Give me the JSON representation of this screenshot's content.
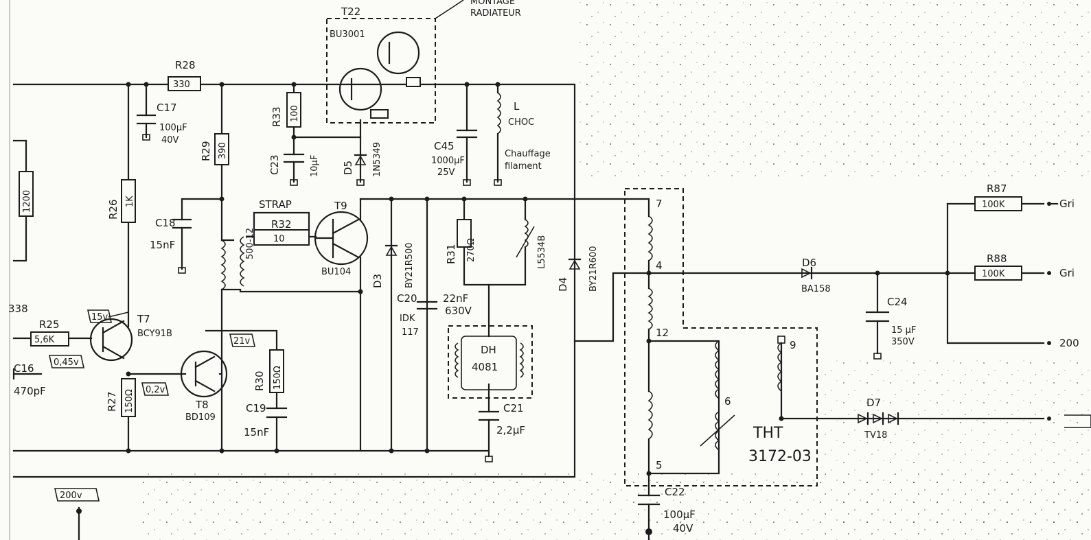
{
  "labels": {
    "t22": "T22",
    "t22_type": "BU3001",
    "heatsink_1": "MONTAGE",
    "heatsink_2": "RADIATEUR",
    "r28": "R28",
    "r28_val": "330",
    "r33": "R33",
    "r33_val": "100",
    "c17": "C17",
    "c17_val": "100µF",
    "c17_v": "40V",
    "r29": "R29",
    "r29_val": "390",
    "c23": "C23",
    "c23_val": "10µF",
    "d5": "D5",
    "d5_type": "1N5349",
    "c45": "C45",
    "c45_val": "1000µF",
    "c45_v": "25V",
    "l_choc_1": "L",
    "l_choc_2": "CHOC",
    "fil_1": "Chauffage",
    "fil_2": "filament",
    "r26": "R26",
    "r26_val": "1K",
    "c18": "C18",
    "c18_val": "15nF",
    "strap": "STRAP",
    "r32": "R32",
    "r32_val": "10",
    "drv_tr": "500-12",
    "t9": "T9",
    "t9_type": "BU104",
    "d3": "D3",
    "d3_type": "BY21R500",
    "r31": "R31",
    "r31_val": "270Ω",
    "l_lin": "L5534B",
    "c20": "C20",
    "c20_val": "22nF",
    "c20_v": "630V",
    "c20_t1": "IDK",
    "c20_t2": "117",
    "dh_1": "DH",
    "dh_2": "4081",
    "c21": "C21",
    "c21_val": "2,2µF",
    "d4": "D4",
    "d4_type": "BY21R600",
    "pin7": "7",
    "pin4": "4",
    "pin12": "12",
    "pin9": "9",
    "pin6": "6",
    "pin5": "5",
    "d6": "D6",
    "d6_type": "BA158",
    "c24": "C24",
    "c24_val": "15 µF",
    "c24_v": "350V",
    "tht_1": "THT",
    "tht_2": "3172-03",
    "d7": "D7",
    "d7_type": "TV18",
    "r87": "R87",
    "r87_val": "100K",
    "r88": "R88",
    "r88_val": "100K",
    "g1": "Gri",
    "g2": "Gri",
    "v200": "200",
    "v15": "15v",
    "r25": "R25",
    "r25_val": "5,6K",
    "t7": "T7",
    "t7_type": "BCY91B",
    "v045": "0,45v",
    "v02": "0,2v",
    "v21": "21v",
    "t8": "T8",
    "t8_type": "BD109",
    "r30": "R30",
    "r30_val": "150Ω",
    "c19": "C19",
    "c19_val": "15nF",
    "r27": "R27",
    "r27_val": "150Ω",
    "c16": "C16",
    "c16_val": "470pF",
    "c22": "C22",
    "c22_val": "100µF",
    "c22_v": "40V",
    "v200_tag": "200v",
    "left_res_val": "1200",
    "left_338": "338"
  }
}
